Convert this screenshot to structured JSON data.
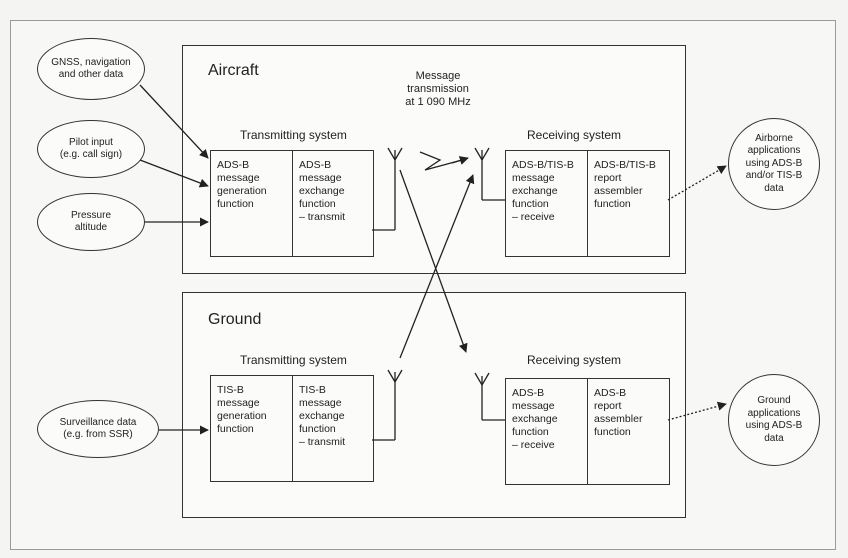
{
  "aircraft": {
    "title": "Aircraft",
    "transmitting_label": "Transmitting system",
    "receiving_label": "Receiving system",
    "tx_generation": "ADS-B\nmessage\ngeneration\nfunction",
    "tx_exchange": "ADS-B\nmessage\nexchange\nfunction\n– transmit",
    "rx_exchange": "ADS-B/TIS-B\nmessage\nexchange\nfunction\n– receive",
    "rx_assembler": "ADS-B/TIS-B\nreport\nassembler\nfunction"
  },
  "ground": {
    "title": "Ground",
    "transmitting_label": "Transmitting system",
    "receiving_label": "Receiving system",
    "tx_generation": "TIS-B\nmessage\ngeneration\nfunction",
    "tx_exchange": "TIS-B\nmessage\nexchange\nfunction\n– transmit",
    "rx_exchange": "ADS-B\nmessage\nexchange\nfunction\n– receive",
    "rx_assembler": "ADS-B\nreport\nassembler\nfunction"
  },
  "inputs": {
    "gnss": "GNSS, navigation\nand other data",
    "pilot": "Pilot input\n(e.g. call sign)",
    "pressure": "Pressure\naltitude",
    "surveillance": "Surveillance data\n(e.g. from SSR)"
  },
  "outputs": {
    "airborne": "Airborne\napplications\nusing ADS-B\nand/or TIS-B\ndata",
    "ground": "Ground\napplications\nusing ADS-B\ndata"
  },
  "message_transmission": "Message\ntransmission\nat 1 090 MHz"
}
